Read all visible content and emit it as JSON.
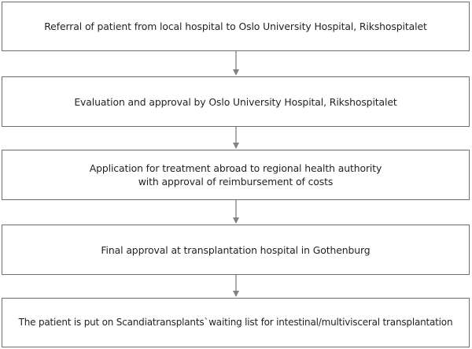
{
  "flowchart": {
    "steps": [
      {
        "lines": [
          "Referral of patient from local hospital to Oslo University Hospital, Rikshospitalet"
        ]
      },
      {
        "lines": [
          "Evaluation and approval by Oslo University Hospital, Rikshospitalet"
        ]
      },
      {
        "lines": [
          "Application for treatment abroad to regional health authority",
          "with approval of reimbursement of costs"
        ]
      },
      {
        "lines": [
          "Final approval at transplantation hospital in Gothenburg"
        ]
      },
      {
        "lines": [
          "The patient is put on Scandiatransplants`waiting list for intestinal/multivisceral transplantation"
        ]
      }
    ],
    "colors": {
      "border": "#6d6e71",
      "arrow": "#808285",
      "text": "#231f20"
    }
  }
}
